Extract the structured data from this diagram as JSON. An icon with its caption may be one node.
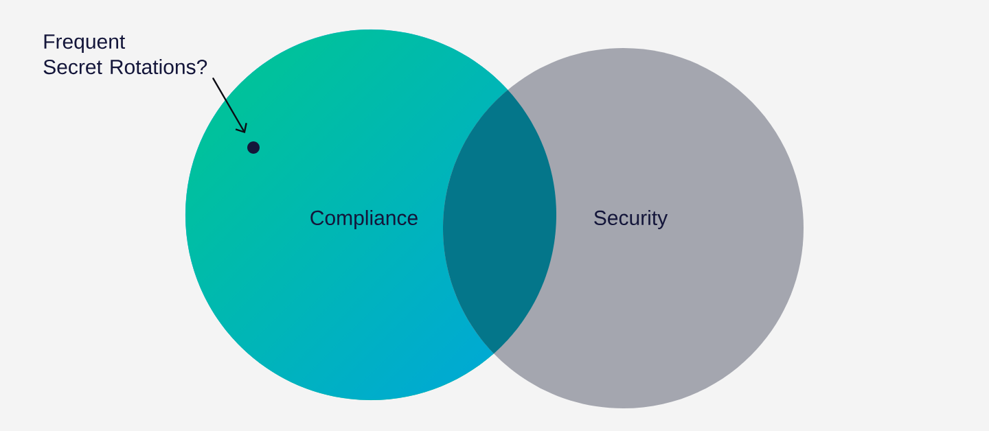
{
  "diagram": {
    "nodes": [
      {
        "text": [
          "Frequent Secret Rotations?"
        ]
      },
      {
        "text": [
          "Compliance"
        ]
      },
      {
        "text": [],
        "shape": "circle",
        "in": 1
      },
      {
        "text": [
          "Security"
        ]
      }
    ],
    "edges": [
      {
        "from": 0,
        "to": 2,
        "arrow": "to"
      }
    ]
  }
}
